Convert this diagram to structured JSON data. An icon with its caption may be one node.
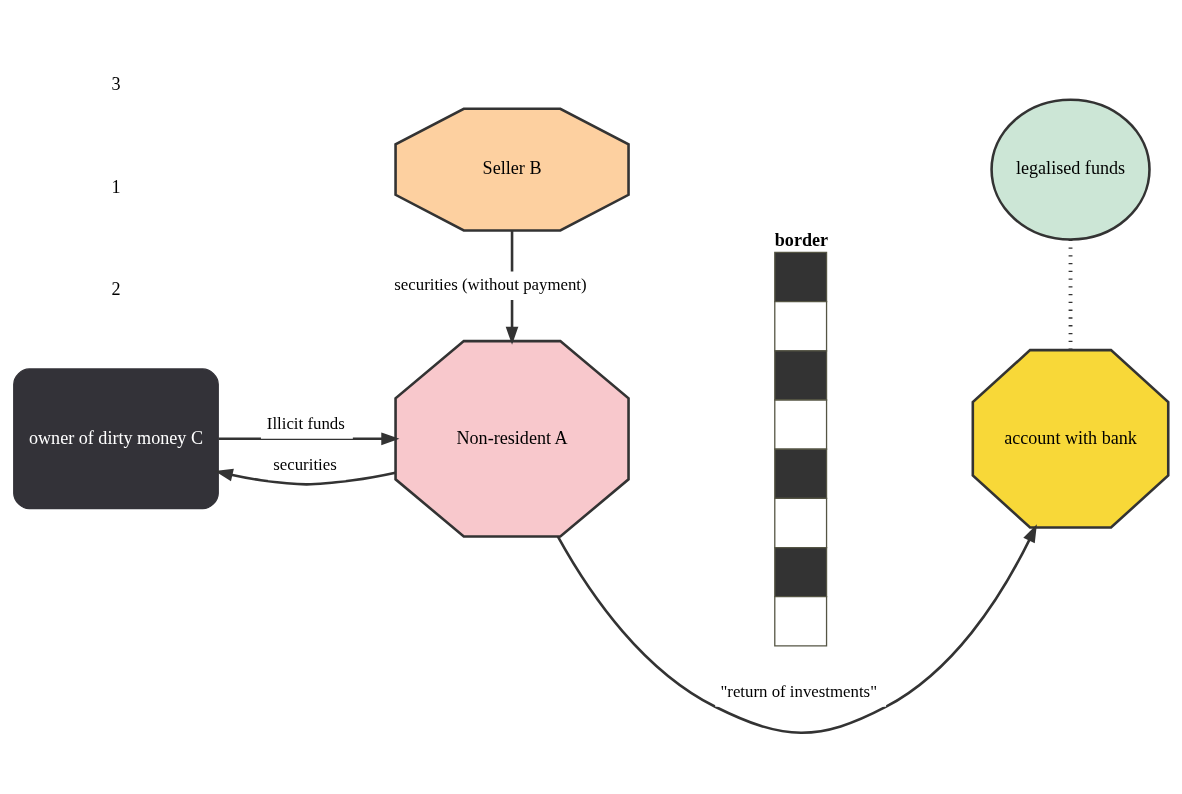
{
  "diagram": {
    "nodes": [
      {
        "text": [
          "owner of dirty money C"
        ]
      },
      {
        "text": [
          "Non-resident A"
        ]
      },
      {
        "text": [
          "Seller B"
        ]
      },
      {
        "text": [
          "border"
        ]
      },
      {
        "text": [
          "legalised funds"
        ]
      },
      {
        "text": [
          "account with bank"
        ]
      }
    ],
    "edges": [
      {
        "from": 0,
        "to": 1,
        "arrow": "to",
        "label": "Illicit funds"
      },
      {
        "from": 1,
        "to": 0,
        "arrow": "to",
        "label": "securities"
      },
      {
        "from": 2,
        "to": 1,
        "arrow": "to",
        "label": "securities (without payment)"
      },
      {
        "from": 1,
        "to": 5,
        "arrow": "to",
        "label": "\"return of investments\""
      },
      {
        "from": 4,
        "to": 5,
        "arrow": "none",
        "style": "dashed"
      }
    ],
    "labels": [
      "2",
      "1",
      "3"
    ]
  }
}
